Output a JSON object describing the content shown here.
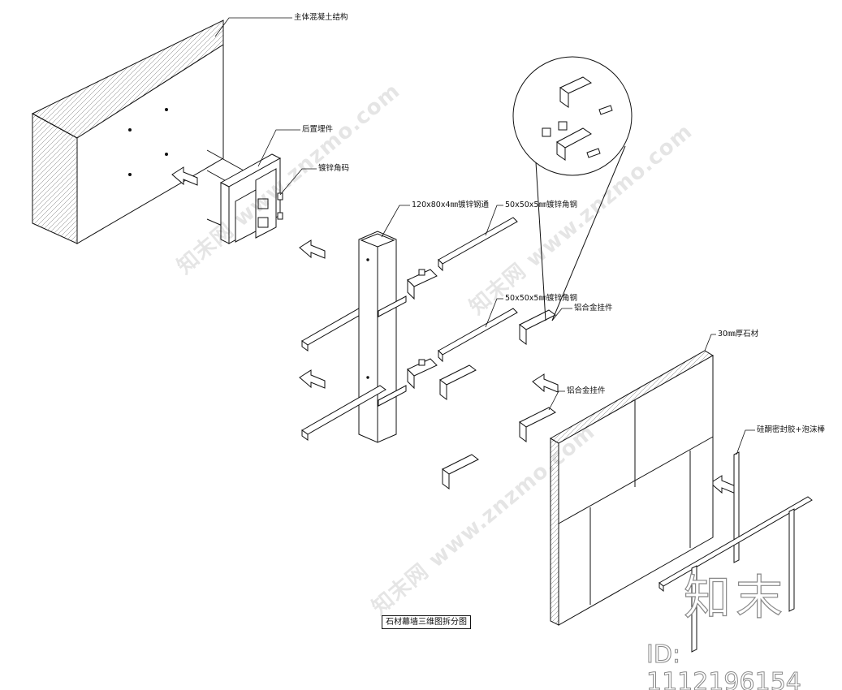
{
  "labels": {
    "concrete": "主体混凝土结构",
    "embed": "后置埋件",
    "angle_code": "镀锌角码",
    "tube": "120x80x4㎜镀锌钢通",
    "angle_top": "50x50x5㎜镀锌角钢",
    "angle_mid": "50x50x5㎜镀锌角钢",
    "hanger_top": "铝合金挂件",
    "hanger_mid": "铝合金挂件",
    "stone": "30㎜厚石材",
    "sealant": "硅酮密封胶+泡沫棒"
  },
  "title": "石材幕墙三维图拆分图",
  "watermark": {
    "text": "知末网 www.znzmo.com",
    "logo": "知末",
    "id": "ID: 1112196154"
  }
}
